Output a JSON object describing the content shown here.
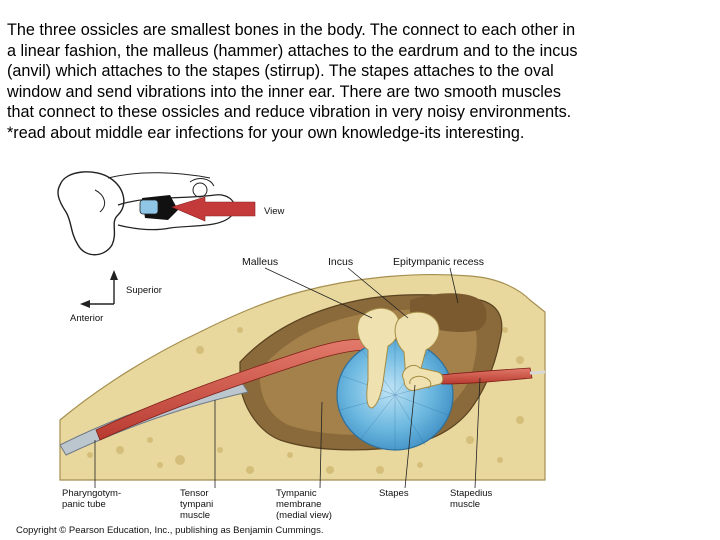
{
  "slide": {
    "text_lines": [
      "The three ossicles are smallest bones in the body. The connect to each other in",
      "a linear fashion, the malleus (hammer) attaches to the eardrum and to the incus",
      "(anvil) which attaches to the stapes (stirrup). The stapes attaches to the oval",
      "window and send vibrations into the inner ear.  There are two smooth muscles",
      "that connect to these ossicles and reduce vibration in very noisy environments.",
      "*read about middle ear infections for your own knowledge-its interesting."
    ]
  },
  "figure": {
    "view_label": "View",
    "orientation": {
      "superior": "Superior",
      "anterior": "Anterior"
    },
    "top_labels": {
      "malleus": "Malleus",
      "incus": "Incus",
      "epitympanic": "Epitympanic recess"
    },
    "bottom_labels": {
      "pharyngo_1": "Pharyngotym-",
      "pharyngo_2": "panic tube",
      "tensor_1": "Tensor",
      "tensor_2": "tympani",
      "tensor_3": "muscle",
      "tympanic_1": "Tympanic",
      "tympanic_2": "membrane",
      "tympanic_3": "(medial view)",
      "stapes": "Stapes",
      "stapedius_1": "Stapedius",
      "stapedius_2": "muscle"
    },
    "copyright": "Copyright © Pearson Education, Inc., publishing as Benjamin Cummings."
  }
}
